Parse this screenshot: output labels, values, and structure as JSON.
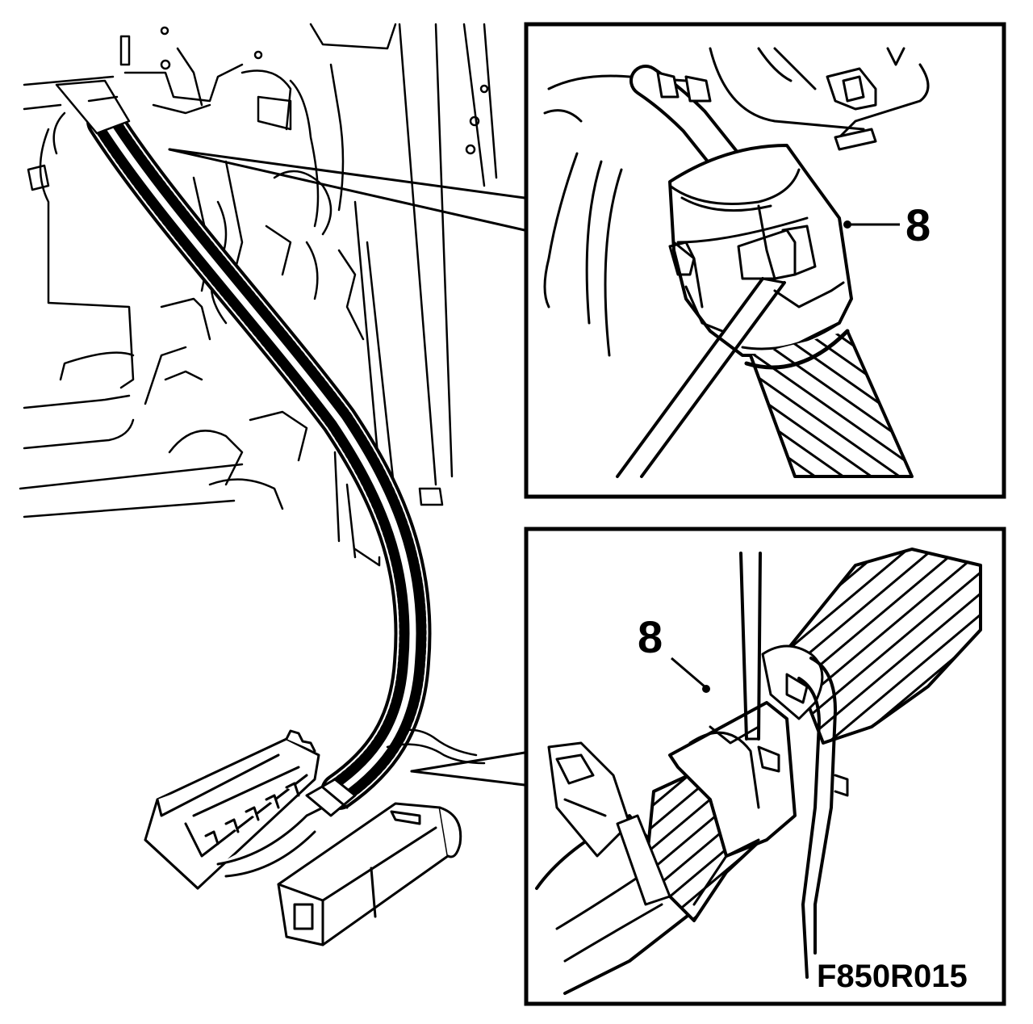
{
  "figure": {
    "callouts": {
      "upper_detail": "8",
      "lower_detail": "8"
    },
    "figure_id": "F850R015"
  },
  "colors": {
    "ink": "#000000",
    "paper": "#ffffff"
  }
}
